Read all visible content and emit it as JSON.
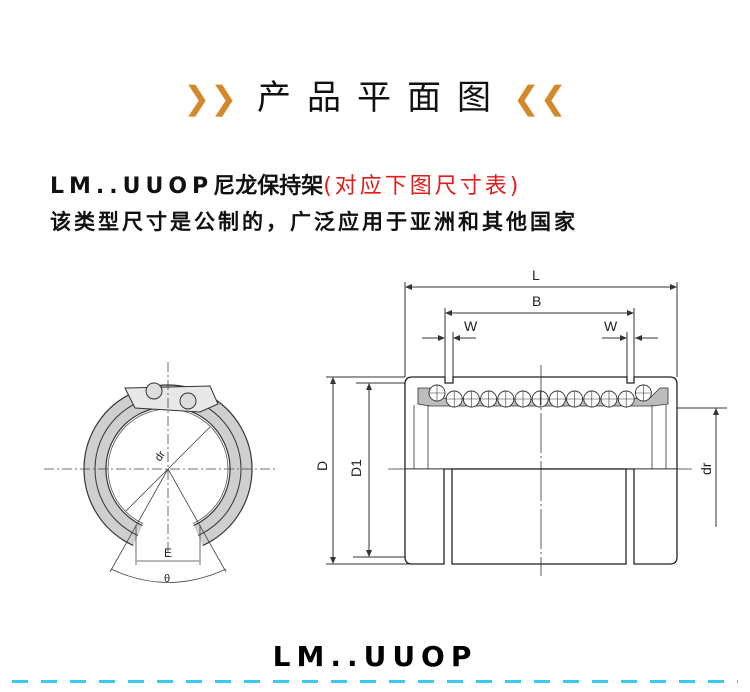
{
  "header": {
    "title": "产品平面图",
    "chevron_left": "❯❯",
    "chevron_right": "❮❮",
    "accent_color": "#d4882a"
  },
  "description": {
    "model_code": "LM..UUOP",
    "cage_type": "尼龙保持架",
    "note_red": "(对应下图尺寸表)",
    "note_color": "#e31b1b",
    "line2": "该类型尺寸是公制的，广泛应用于亚洲和其他国家"
  },
  "diagram": {
    "end_view_labels": {
      "bore": "dr",
      "opening": "E",
      "angle": "θ"
    },
    "side_view_labels": {
      "length": "L",
      "between_grooves": "B",
      "groove_left": "W",
      "groove_right": "W",
      "outer_diameter": "D",
      "groove_diameter": "D1",
      "bore": "dr"
    }
  },
  "footer": {
    "model": "LM..UUOP",
    "divider_color": "#3cc8f0"
  }
}
